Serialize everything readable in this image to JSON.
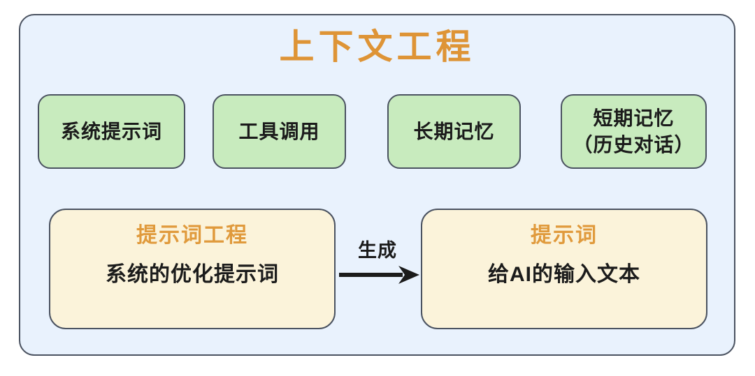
{
  "colors": {
    "page_background": "#ffffff",
    "panel_fill": "#e9f2fd",
    "panel_border": "#4a5260",
    "accent_orange": "#de9436",
    "green_fill": "#c8ebbe",
    "yellow_fill": "#fbf3da",
    "text_dark": "#1b1b1b"
  },
  "panel": {
    "title": "上下文工程"
  },
  "components": [
    {
      "label": "系统提示词",
      "lines": [
        "系统提示词"
      ]
    },
    {
      "label": "工具调用",
      "lines": [
        "工具调用"
      ]
    },
    {
      "label": "长期记忆",
      "lines": [
        "长期记忆"
      ]
    },
    {
      "label": "短期记忆（历史对话）",
      "lines": [
        "短期记忆",
        "（历史对话）"
      ]
    }
  ],
  "flow": {
    "source": {
      "title": "提示词工程",
      "body": "系统的优化提示词"
    },
    "arrow": {
      "label": "生成",
      "direction": "right"
    },
    "target": {
      "title": "提示词",
      "body": "给AI的输入文本"
    }
  }
}
